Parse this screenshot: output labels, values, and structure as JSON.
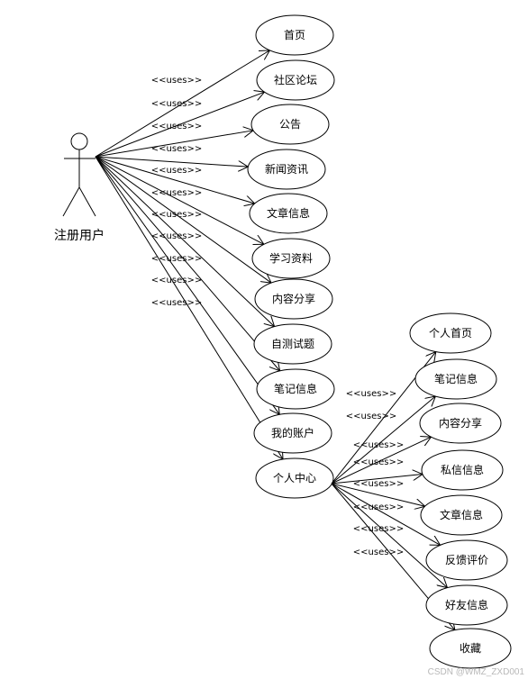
{
  "actor": {
    "name": "注册用户"
  },
  "uses_label": "<<uses>>",
  "use_cases": [
    {
      "id": "home",
      "label": "首页"
    },
    {
      "id": "forum",
      "label": "社区论坛"
    },
    {
      "id": "notice",
      "label": "公告"
    },
    {
      "id": "news",
      "label": "新闻资讯"
    },
    {
      "id": "article",
      "label": "文章信息"
    },
    {
      "id": "study",
      "label": "学习资料"
    },
    {
      "id": "share",
      "label": "内容分享"
    },
    {
      "id": "quiz",
      "label": "自测试题"
    },
    {
      "id": "notes",
      "label": "笔记信息"
    },
    {
      "id": "account",
      "label": "我的账户"
    },
    {
      "id": "center",
      "label": "个人中心"
    }
  ],
  "center_use_cases": [
    {
      "id": "c-home",
      "label": "个人首页"
    },
    {
      "id": "c-notes",
      "label": "笔记信息"
    },
    {
      "id": "c-share",
      "label": "内容分享"
    },
    {
      "id": "c-msg",
      "label": "私信信息"
    },
    {
      "id": "c-article",
      "label": "文章信息"
    },
    {
      "id": "c-feedback",
      "label": "反馈评价"
    },
    {
      "id": "c-friends",
      "label": "好友信息"
    },
    {
      "id": "c-fav",
      "label": "收藏"
    }
  ],
  "watermark": "CSDN @WMZ_ZXD001"
}
